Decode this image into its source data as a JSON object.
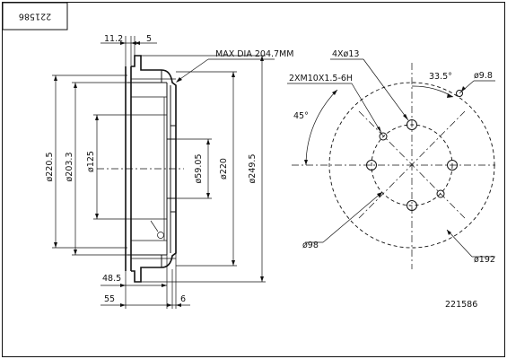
{
  "part_number_box": "221586",
  "part_number_label": "221586",
  "side_view": {
    "dim_top_left": "11.2",
    "dim_top_right": "5",
    "max_dia": "MAX DIA 204.7MM",
    "dia_220_5": "ø220.5",
    "dia_203_3": "ø203.3",
    "dia_125": "ø125",
    "dia_59_05": "ø59.05",
    "dia_220": "ø220",
    "dia_249_5": "ø249.5",
    "dim_48_5": "48.5",
    "dim_55": "55",
    "dim_6": "6"
  },
  "front_view": {
    "holes_label": "4Xø13",
    "thread_label": "2XM10X1.5-6H",
    "angle_33_5": "33.5°",
    "dia_9_8": "ø9.8",
    "angle_45": "45°",
    "dia_98": "ø98",
    "dia_192": "ø192"
  }
}
